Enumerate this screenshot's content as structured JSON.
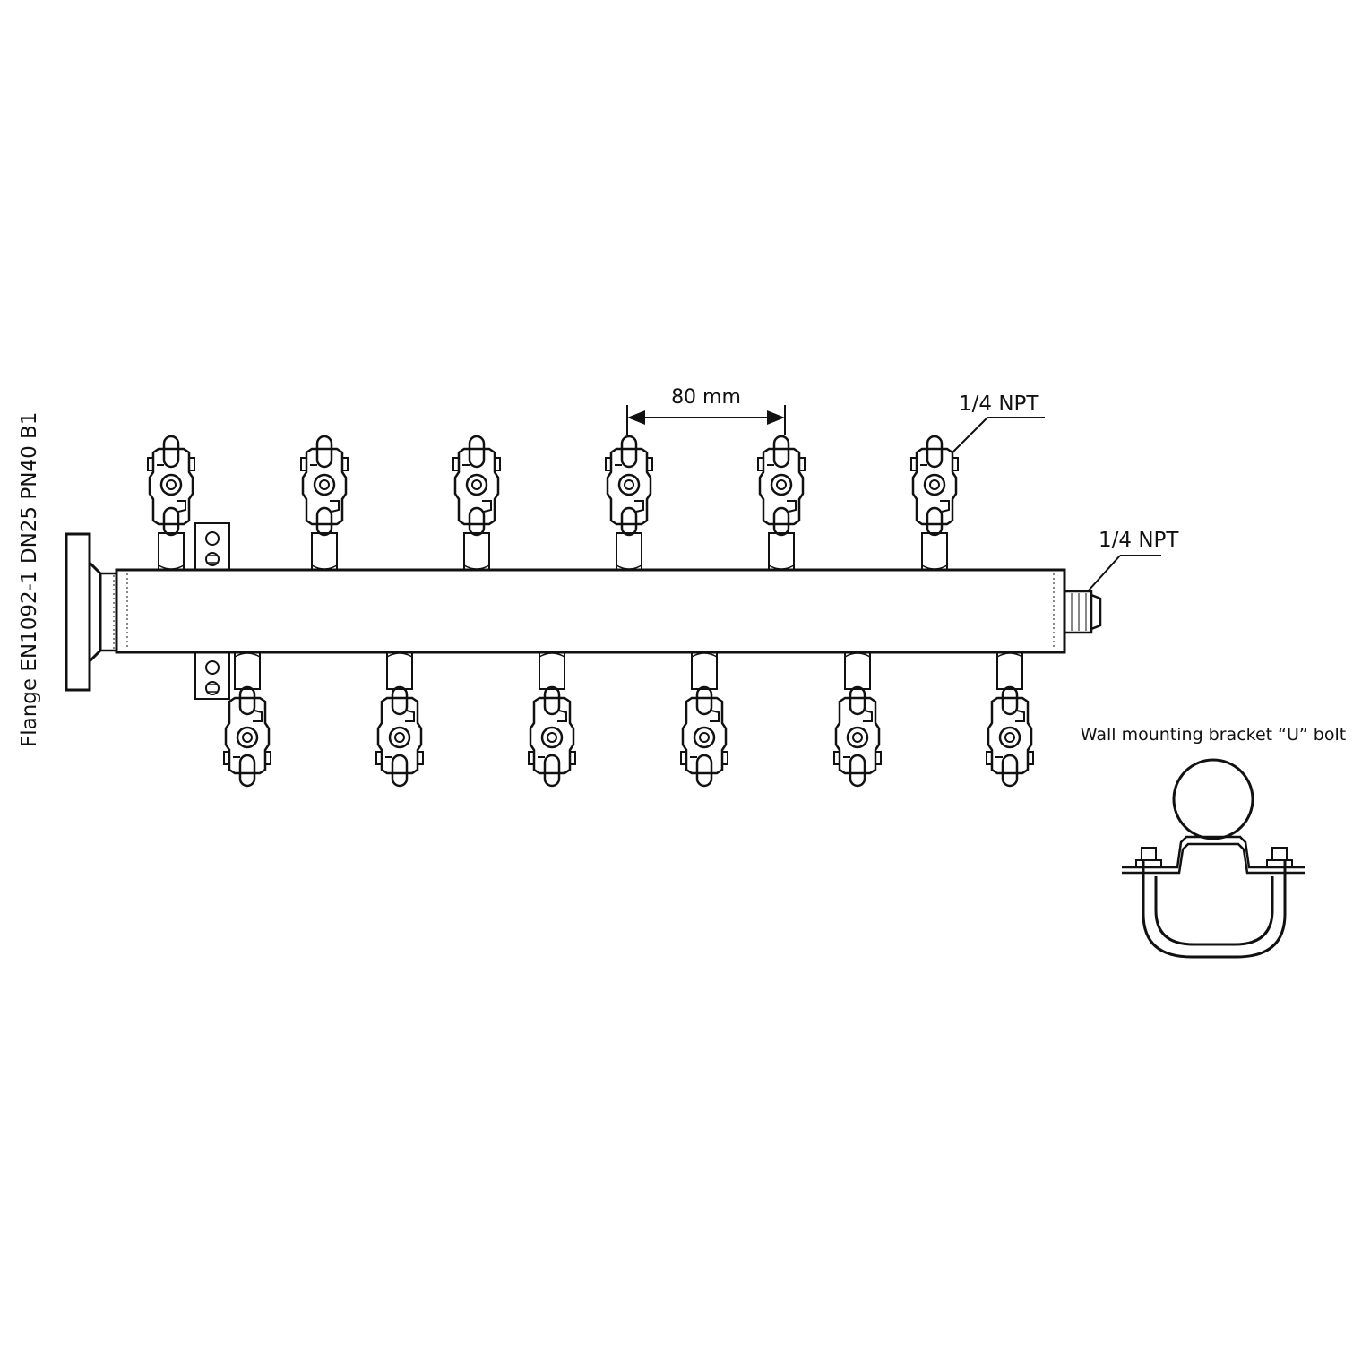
{
  "labels": {
    "flange": "Flange EN1092-1 DN25 PN40 B1",
    "spacing": "80 mm",
    "outlet_thread": "1/4 NPT",
    "end_thread": "1/4 NPT",
    "bracket": "Wall mounting bracket “U” bolt"
  },
  "manifold": {
    "top_valves": 6,
    "bottom_valves": 6
  },
  "colors": {
    "line": "#111111",
    "background": "#ffffff"
  }
}
